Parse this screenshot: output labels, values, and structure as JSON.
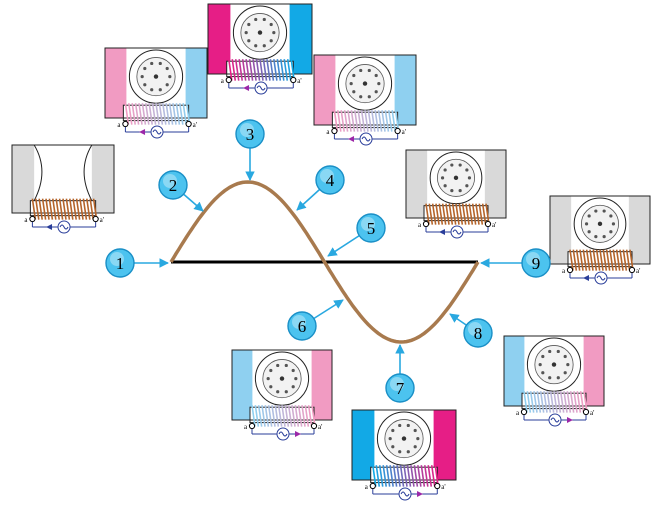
{
  "markers": [
    {
      "id": "1",
      "label": "1"
    },
    {
      "id": "2",
      "label": "2"
    },
    {
      "id": "3",
      "label": "3"
    },
    {
      "id": "4",
      "label": "4"
    },
    {
      "id": "5",
      "label": "5"
    },
    {
      "id": "6",
      "label": "6"
    },
    {
      "id": "7",
      "label": "7"
    },
    {
      "id": "8",
      "label": "8"
    },
    {
      "id": "9",
      "label": "9"
    }
  ],
  "terminals": {
    "left": "a",
    "right": "a'"
  },
  "colors": {
    "wave": "#a87a4e",
    "axis": "#000000",
    "arrow": "#29a8e0",
    "marker_fill": "#4cc3ef",
    "marker_stroke": "#1a8fc6",
    "frame_gray": "#d9d9d9",
    "frame_stroke": "#222222",
    "pink_light": "#f19bc2",
    "pink_strong": "#e61e86",
    "blue_light": "#8fd0f0",
    "blue_strong": "#12a9e6",
    "coil": "#b5642a",
    "circuit": "#2a3e9a",
    "source_arrow": "#9c27a8"
  },
  "magnets": [
    {
      "id": "m1",
      "state": "0",
      "has_rotor": false
    },
    {
      "id": "m2",
      "state": "+0.7",
      "has_rotor": true
    },
    {
      "id": "m3",
      "state": "+1",
      "has_rotor": true
    },
    {
      "id": "m4",
      "state": "+0.7",
      "has_rotor": true
    },
    {
      "id": "m5",
      "state": "0",
      "has_rotor": true
    },
    {
      "id": "m6",
      "state": "-0.7",
      "has_rotor": true
    },
    {
      "id": "m7",
      "state": "-1",
      "has_rotor": true
    },
    {
      "id": "m8",
      "state": "-0.7",
      "has_rotor": true
    },
    {
      "id": "m9",
      "state": "0",
      "has_rotor": true
    }
  ]
}
